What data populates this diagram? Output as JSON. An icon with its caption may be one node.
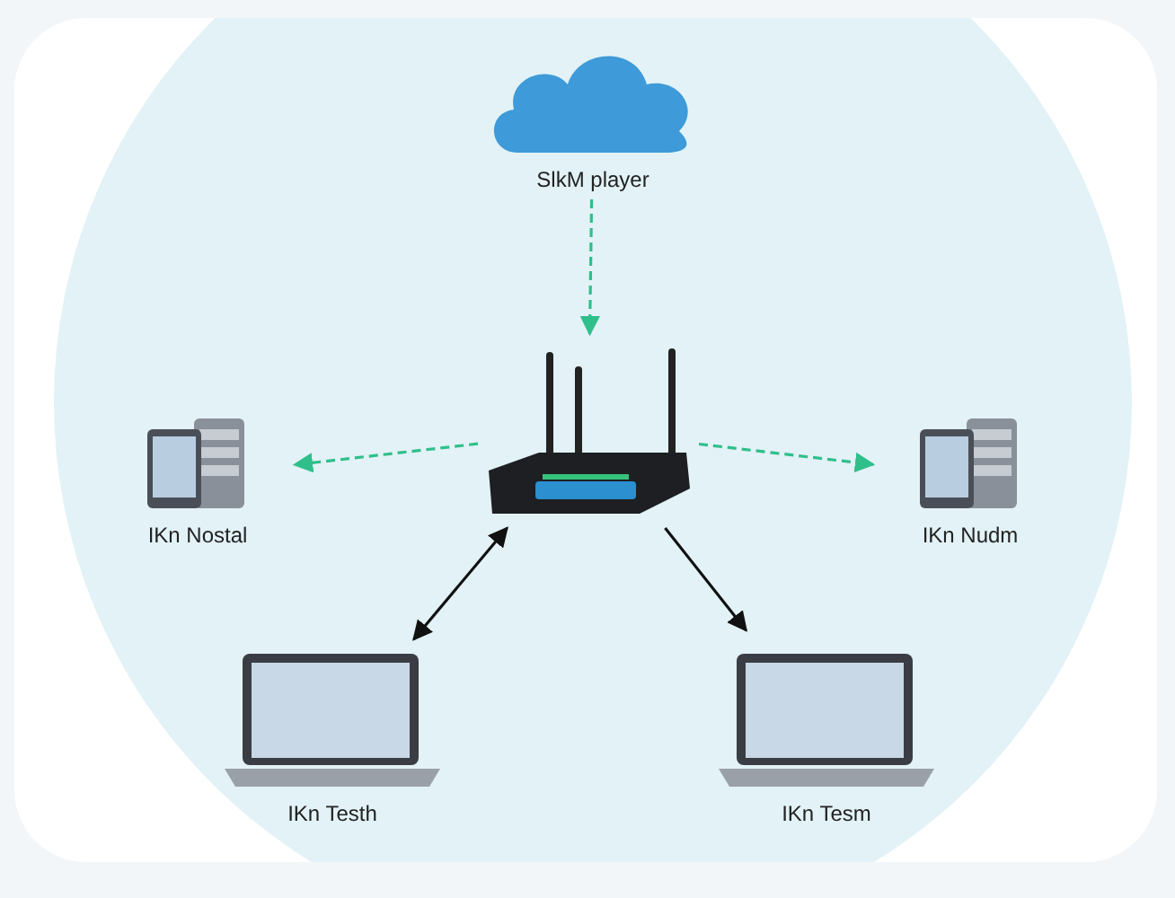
{
  "diagram": {
    "nodes": [
      {
        "text": [
          "SlkM player"
        ]
      },
      {
        "text": [],
        "shape": "picture"
      },
      {
        "text": [
          "IKn Nostal"
        ]
      },
      {
        "text": [
          "IKn Nudm"
        ]
      },
      {
        "text": [
          "IKn Testh"
        ]
      },
      {
        "text": [
          "IKn Tesm"
        ]
      }
    ],
    "edges": [
      {
        "from": 0,
        "to": 1,
        "arrow": "to",
        "style": "dashed"
      },
      {
        "from": 1,
        "to": 2,
        "arrow": "to",
        "style": "dashed"
      },
      {
        "from": 1,
        "to": 3,
        "arrow": "to",
        "style": "dashed"
      },
      {
        "from": 4,
        "to": 1,
        "arrow": "both",
        "color": "#111111"
      },
      {
        "from": 1,
        "to": 5,
        "arrow": "to",
        "color": "#111111"
      }
    ]
  }
}
